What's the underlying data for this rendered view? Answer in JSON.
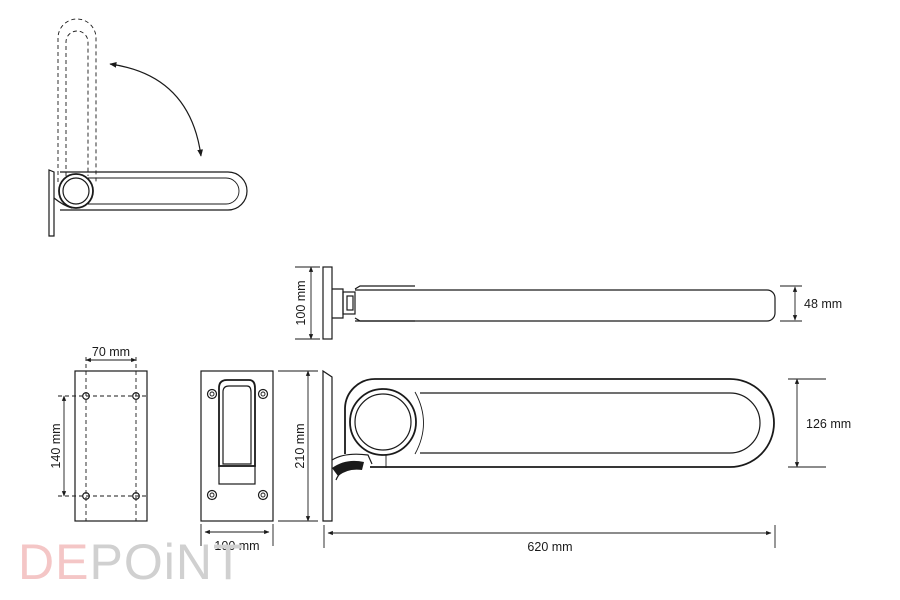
{
  "dimensions": {
    "hole_spacing_horizontal": "70 mm",
    "hole_spacing_vertical": "140 mm",
    "plate_width": "100 mm",
    "plate_height": "210 mm",
    "bar_thickness": "100 mm",
    "bar_width": "48 mm",
    "ring_height": "126 mm",
    "total_length": "620 mm"
  },
  "logo": {
    "part1": "DE",
    "part2": "POiNT",
    "part1_color": "#f4c6c6",
    "part2_color": "#d0d0d0"
  },
  "colors": {
    "line": "#1a1a1a"
  }
}
